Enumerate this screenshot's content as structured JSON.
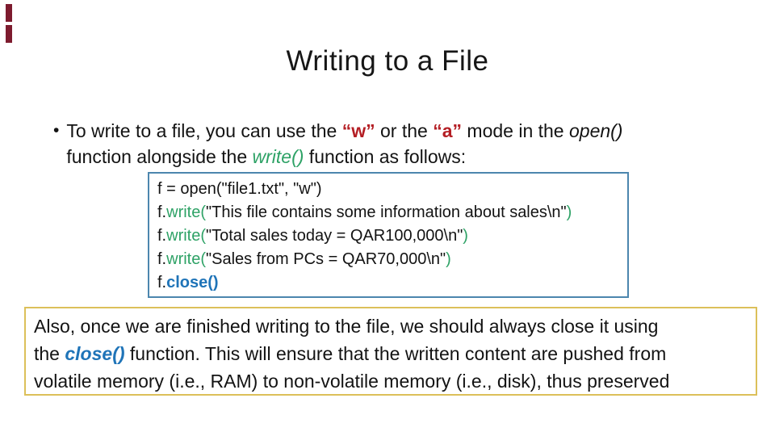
{
  "slide": {
    "title": "Writing to a File",
    "bullet_char": "•",
    "colors": {
      "maroon": "#7D1B2E",
      "red": "#B41E24",
      "green": "#2EA266",
      "blue": "#1F74B8",
      "codeBorder": "#4C86AE",
      "noteBorder": "#DCC05A"
    },
    "bullet": {
      "segments": [
        {
          "t": "To write to a file, you can use the ",
          "s": "plain"
        },
        {
          "t": "“w”",
          "s": "red-bold"
        },
        {
          "t": " or the ",
          "s": "plain"
        },
        {
          "t": "“a”",
          "s": "red-bold"
        },
        {
          "t": " mode in the ",
          "s": "plain"
        },
        {
          "t": "open()",
          "s": "italic"
        },
        {
          "br": true
        },
        {
          "t": "function alongside the ",
          "s": "plain"
        },
        {
          "t": "write()",
          "s": "green-italic"
        },
        {
          "t": " function as follows:",
          "s": "plain"
        }
      ]
    },
    "code_box": {
      "lines": [
        [
          {
            "t": "f = open(\"file1.txt\", \"w\")",
            "s": "plain"
          }
        ],
        [
          {
            "t": "f.",
            "s": "plain"
          },
          {
            "t": "write(",
            "s": "green"
          },
          {
            "t": "\"This file contains some information about sales\\n\"",
            "s": "plain"
          },
          {
            "t": ")",
            "s": "green"
          }
        ],
        [
          {
            "t": "f.",
            "s": "plain"
          },
          {
            "t": "write(",
            "s": "green"
          },
          {
            "t": "\"Total sales today = QAR100,000\\n\"",
            "s": "plain"
          },
          {
            "t": ")",
            "s": "green"
          }
        ],
        [
          {
            "t": "f.",
            "s": "plain"
          },
          {
            "t": "write(",
            "s": "green"
          },
          {
            "t": "\"Sales from PCs = QAR70,000\\n\"",
            "s": "plain"
          },
          {
            "t": ")",
            "s": "green"
          }
        ],
        [
          {
            "t": "f.",
            "s": "plain"
          },
          {
            "t": "close()",
            "s": "blue-bold"
          }
        ]
      ]
    },
    "note_box": {
      "segments": [
        {
          "t": "Also, once we are finished writing to the file, we should always close it using",
          "s": "plain"
        },
        {
          "br": true
        },
        {
          "t": "the ",
          "s": "plain"
        },
        {
          "t": "close()",
          "s": "blue-bold-italic"
        },
        {
          "t": " function. This will ensure that the written content are pushed from",
          "s": "plain"
        },
        {
          "br": true
        },
        {
          "t": "volatile memory (i.e., RAM) to non-volatile memory (i.e., disk), thus preserved",
          "s": "plain"
        }
      ]
    }
  }
}
